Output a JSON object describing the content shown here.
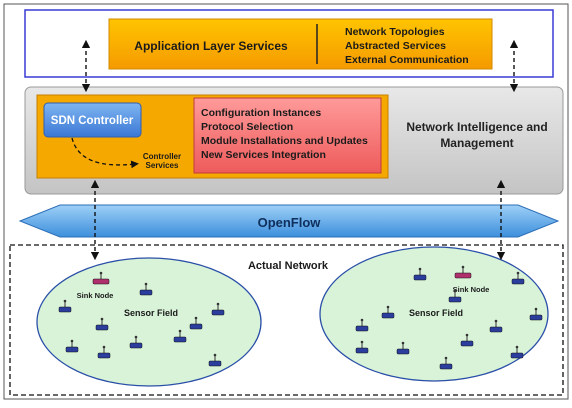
{
  "application_layer": {
    "title": "Application Layer Services",
    "items": [
      "Network Topologies",
      "Abstracted Services",
      "External Communication"
    ]
  },
  "control_layer": {
    "controller": "SDN Controller",
    "controller_services": [
      "Controller",
      "Services"
    ],
    "functions": [
      "Configuration Instances",
      "Protocol Selection",
      "Module Installations and Updates",
      "New Services Integration"
    ],
    "intelligence": [
      "Network Intelligence and",
      "Management"
    ]
  },
  "openflow": {
    "label": "OpenFlow"
  },
  "actual_network": {
    "title": "Actual Network",
    "fields": [
      {
        "label": "Sensor Field",
        "sink_label": "Sink Node"
      },
      {
        "label": "Sensor Field",
        "sink_label": "Sink Node"
      }
    ]
  },
  "colors": {
    "app_border": "#3a3ad6",
    "app_fill": "#f5a800",
    "control_fill": "#d6d6d6",
    "sdn_fill": "#f5a800",
    "controller_fill": "#4f8fe0",
    "functions_fill": "#f06a6a",
    "openflow_fill": "#5aa6e6",
    "field_fill": "#d8f3d8",
    "sensor": "#2b3e9e",
    "sink": "#b0306e"
  }
}
